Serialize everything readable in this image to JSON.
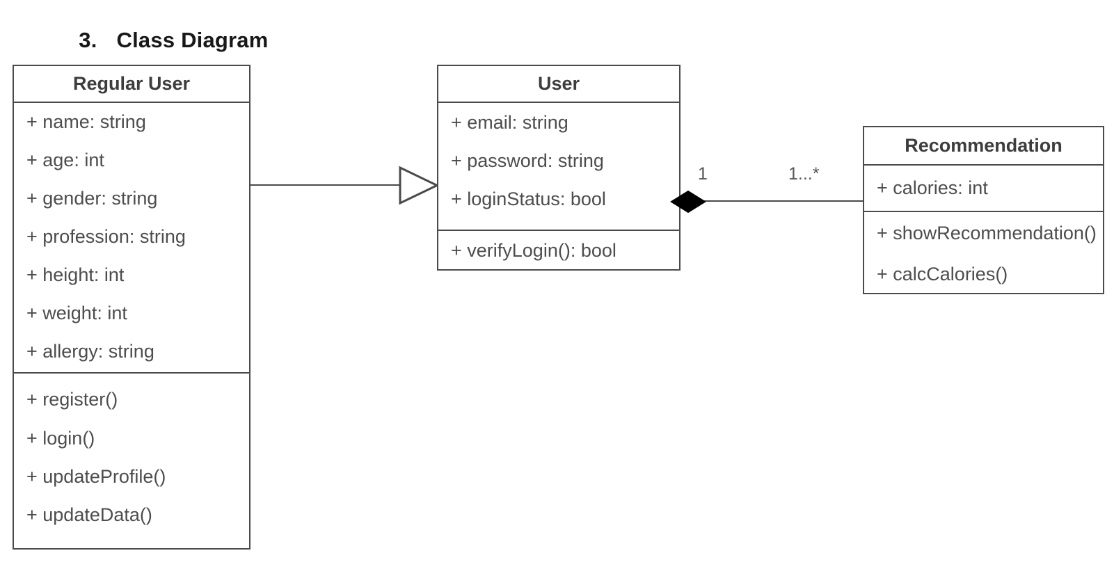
{
  "heading": {
    "number": "3.",
    "text": "Class Diagram"
  },
  "diagram": {
    "type": "uml-class-diagram",
    "classes": [
      {
        "id": "regular-user",
        "name": "Regular User",
        "attributes": [
          "+ name: string",
          "+ age: int",
          "+ gender: string",
          "+ profession: string",
          "+ height: int",
          "+ weight: int",
          "+ allergy: string"
        ],
        "methods": [
          "+ register()",
          "+ login()",
          "+ updateProfile()",
          "+ updateData()"
        ]
      },
      {
        "id": "user",
        "name": "User",
        "attributes": [
          "+ email: string",
          "+ password: string",
          "+ loginStatus: bool"
        ],
        "methods": [
          "+ verifyLogin(): bool"
        ]
      },
      {
        "id": "recommendation",
        "name": "Recommendation",
        "attributes": [
          "+ calories: int"
        ],
        "methods": [
          "+ showRecommendation()",
          "+ calcCalories()"
        ]
      }
    ],
    "relationships": [
      {
        "id": "generalization-regular-user-user",
        "kind": "generalization",
        "from": "Regular User",
        "to": "User",
        "arrow": "hollow-triangle"
      },
      {
        "id": "composition-user-recommendation",
        "kind": "composition",
        "from": "User",
        "to": "Recommendation",
        "arrow": "filled-diamond",
        "source_multiplicity": "1",
        "target_multiplicity": "1...*"
      }
    ],
    "colors": {
      "stroke": "#4a4a4a",
      "title_text": "#3d3d3d",
      "member_text": "#4d4d4d",
      "diamond_fill": "#000000",
      "background": "#ffffff"
    }
  }
}
